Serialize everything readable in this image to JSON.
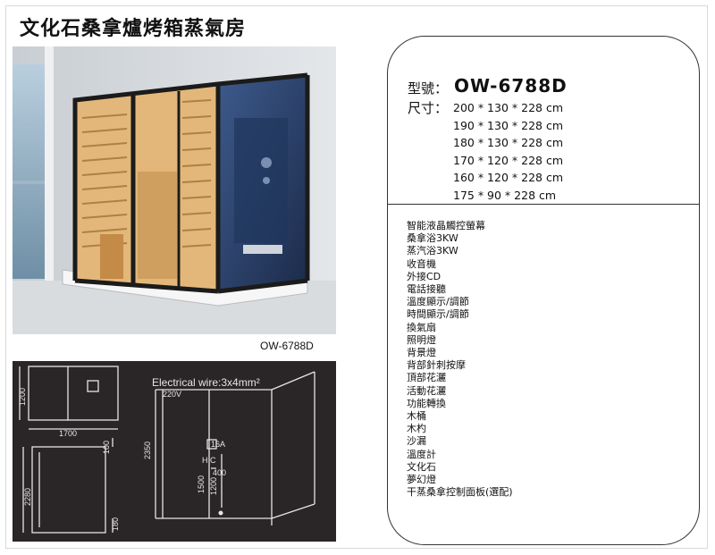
{
  "title": "文化石桑拿爐烤箱蒸氣房",
  "photo_caption": "OW-6788D",
  "spec": {
    "model_label": "型號：",
    "model_value": "OW-6788D",
    "size_label": "尺寸：",
    "sizes": [
      "200 * 130 * 228 cm",
      "190 * 130 * 228 cm",
      "180 * 130 * 228 cm",
      "170 * 120 * 228 cm",
      "160 * 120 * 228 cm",
      "175 * 90 * 228 cm"
    ]
  },
  "features": [
    "智能液晶觸控螢幕",
    "桑拿浴3KW",
    "蒸汽浴3KW",
    "收音機",
    "外接CD",
    "電話接聽",
    "溫度顯示/調節",
    "時間顯示/調節",
    "換氣扇",
    "照明燈",
    "背景燈",
    "背部針刺按摩",
    "頂部花灑",
    "活動花灑",
    "功能轉換",
    "木桶",
    "木杓",
    "沙漏",
    "溫度計",
    "文化石",
    "夢幻燈",
    "干蒸桑拿控制面板(選配)"
  ],
  "drawing": {
    "dim_1200": "1200",
    "dim_1700": "1700",
    "dim_100": "100",
    "dim_2280": "2280",
    "dim_180": "180",
    "electrical": "Electrical wire:3x4mm²",
    "v220": "220V",
    "dim_2350": "2350",
    "a16": "16A",
    "hc": "H C",
    "dim_400": "400",
    "dim_1500": "1500",
    "dim_1200b": "1200"
  },
  "colors": {
    "drawing_bg": "#2a2526",
    "drawing_line": "#e6e6e6",
    "wood": "#d9a45f",
    "glass": "#2a3f66"
  }
}
